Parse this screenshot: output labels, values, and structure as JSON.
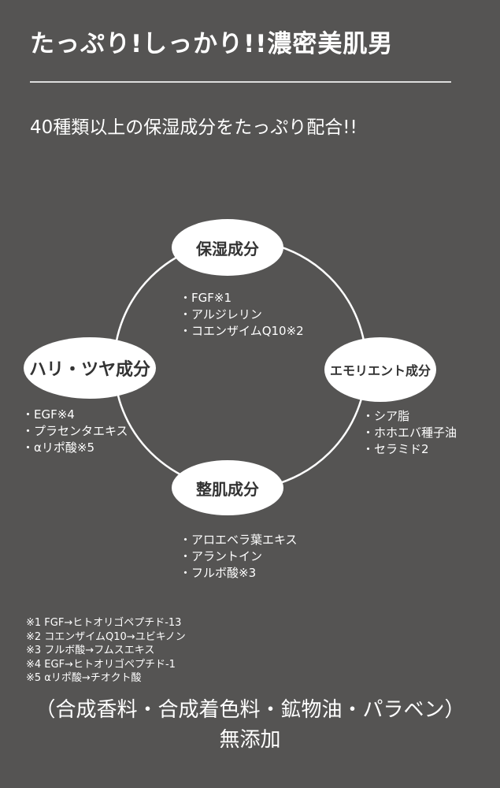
{
  "title": "たっぷり!しっかり!!濃密美肌男",
  "subtitle": "40種類以上の保湿成分をたっぷり配合!!",
  "categories": [
    {
      "label": "保湿成分",
      "items": [
        "・FGF※1",
        "・アルジレリン",
        "・コエンザイムQ10※2"
      ]
    },
    {
      "label": "ハリ・ツヤ成分",
      "items": [
        "・EGF※4",
        "・プラセンタエキス",
        "・αリポ酸※5"
      ]
    },
    {
      "label": "エモリエント成分",
      "items": [
        "・シア脂",
        "・ホホエバ種子油",
        "・セラミド2"
      ]
    },
    {
      "label": "整肌成分",
      "items": [
        "・アロエベラ葉エキス",
        "・アラントイン",
        "・フルボ酸※3"
      ]
    }
  ],
  "notes": [
    "※1 FGF→ヒトオリゴペプチド-13",
    "※2 コエンザイムQ10→ユビキノン",
    "※3 フルボ酸→フムスエキス",
    "※4 EGF→ヒトオリゴペプチド-1",
    "※5 αリポ酸→チオクト酸"
  ],
  "free_line1": "（合成香料・合成着色料・鉱物油・パラベン）",
  "free_line2": "無添加"
}
